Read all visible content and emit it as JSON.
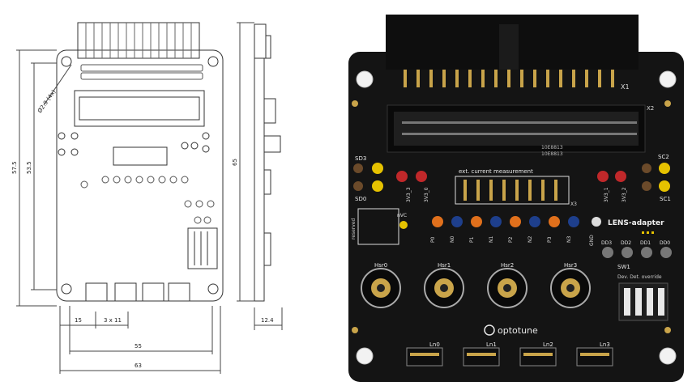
{
  "drawing": {
    "dimensions": {
      "height_outer": "57.5",
      "height_inner": "53.5",
      "side_height": "65",
      "pitch_15": "15",
      "pitch_3x11": "3 x 11",
      "width_55": "55",
      "width_63": "63",
      "depth": "12.4",
      "hole": "Ø2.9 (4x)"
    }
  },
  "board": {
    "connector_x1": "X1",
    "connector_x2": "X2",
    "connector_x3": "X3",
    "label_ext_current": "ext. current measurement",
    "label_lens_adapter": "LENS-adapter",
    "label_sd3": "SD3",
    "label_sd0": "SD0",
    "label_sc2": "SC2",
    "label_sc1": "SC1",
    "label_3v3_left_a": "3V3_3",
    "label_3v3_left_b": "3V3_0",
    "label_3v3_right_a": "3V3_1",
    "label_3v3_right_b": "3V3_2",
    "label_dd": [
      "DD3",
      "DD2",
      "DD1",
      "DD0"
    ],
    "label_sw1": "SW1",
    "label_dev_det_override": "Dev. Det. override",
    "label_nvc": "nVC",
    "label_gnd": "GND",
    "label_reserved": "reserved",
    "pins_top": [
      "P0",
      "N0",
      "P1",
      "N1",
      "P2",
      "N2",
      "P3",
      "N3"
    ],
    "hirose_labels": [
      "Hsr0",
      "Hsr1",
      "Hsr2",
      "Hsr3"
    ],
    "lens_labels": [
      "Ln0",
      "Ln1",
      "Ln2",
      "Ln3"
    ],
    "logo_text": "optotune",
    "part_numbers": [
      "10E8813",
      "10E8813"
    ]
  }
}
